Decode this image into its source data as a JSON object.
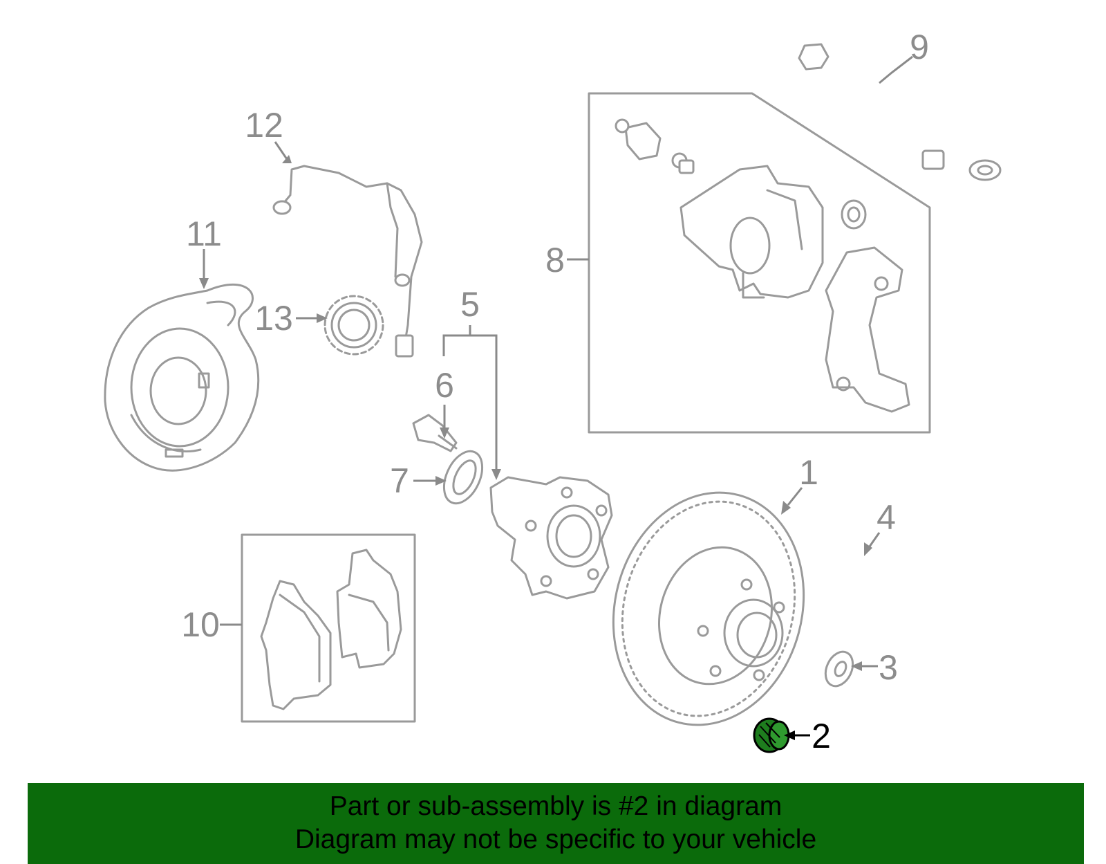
{
  "callouts": {
    "c1": "1",
    "c2": "2",
    "c3": "3",
    "c4": "4",
    "c5": "5",
    "c6": "6",
    "c7": "7",
    "c8": "8",
    "c9": "9",
    "c10": "10",
    "c11": "11",
    "c12": "12",
    "c13": "13"
  },
  "highlight": {
    "part": "2",
    "color": "#1e7d1e"
  },
  "banner": {
    "line1": "Part or sub-assembly is #2 in diagram",
    "line2": "Diagram may not be specific to your vehicle",
    "background": "#0b6b0b"
  }
}
